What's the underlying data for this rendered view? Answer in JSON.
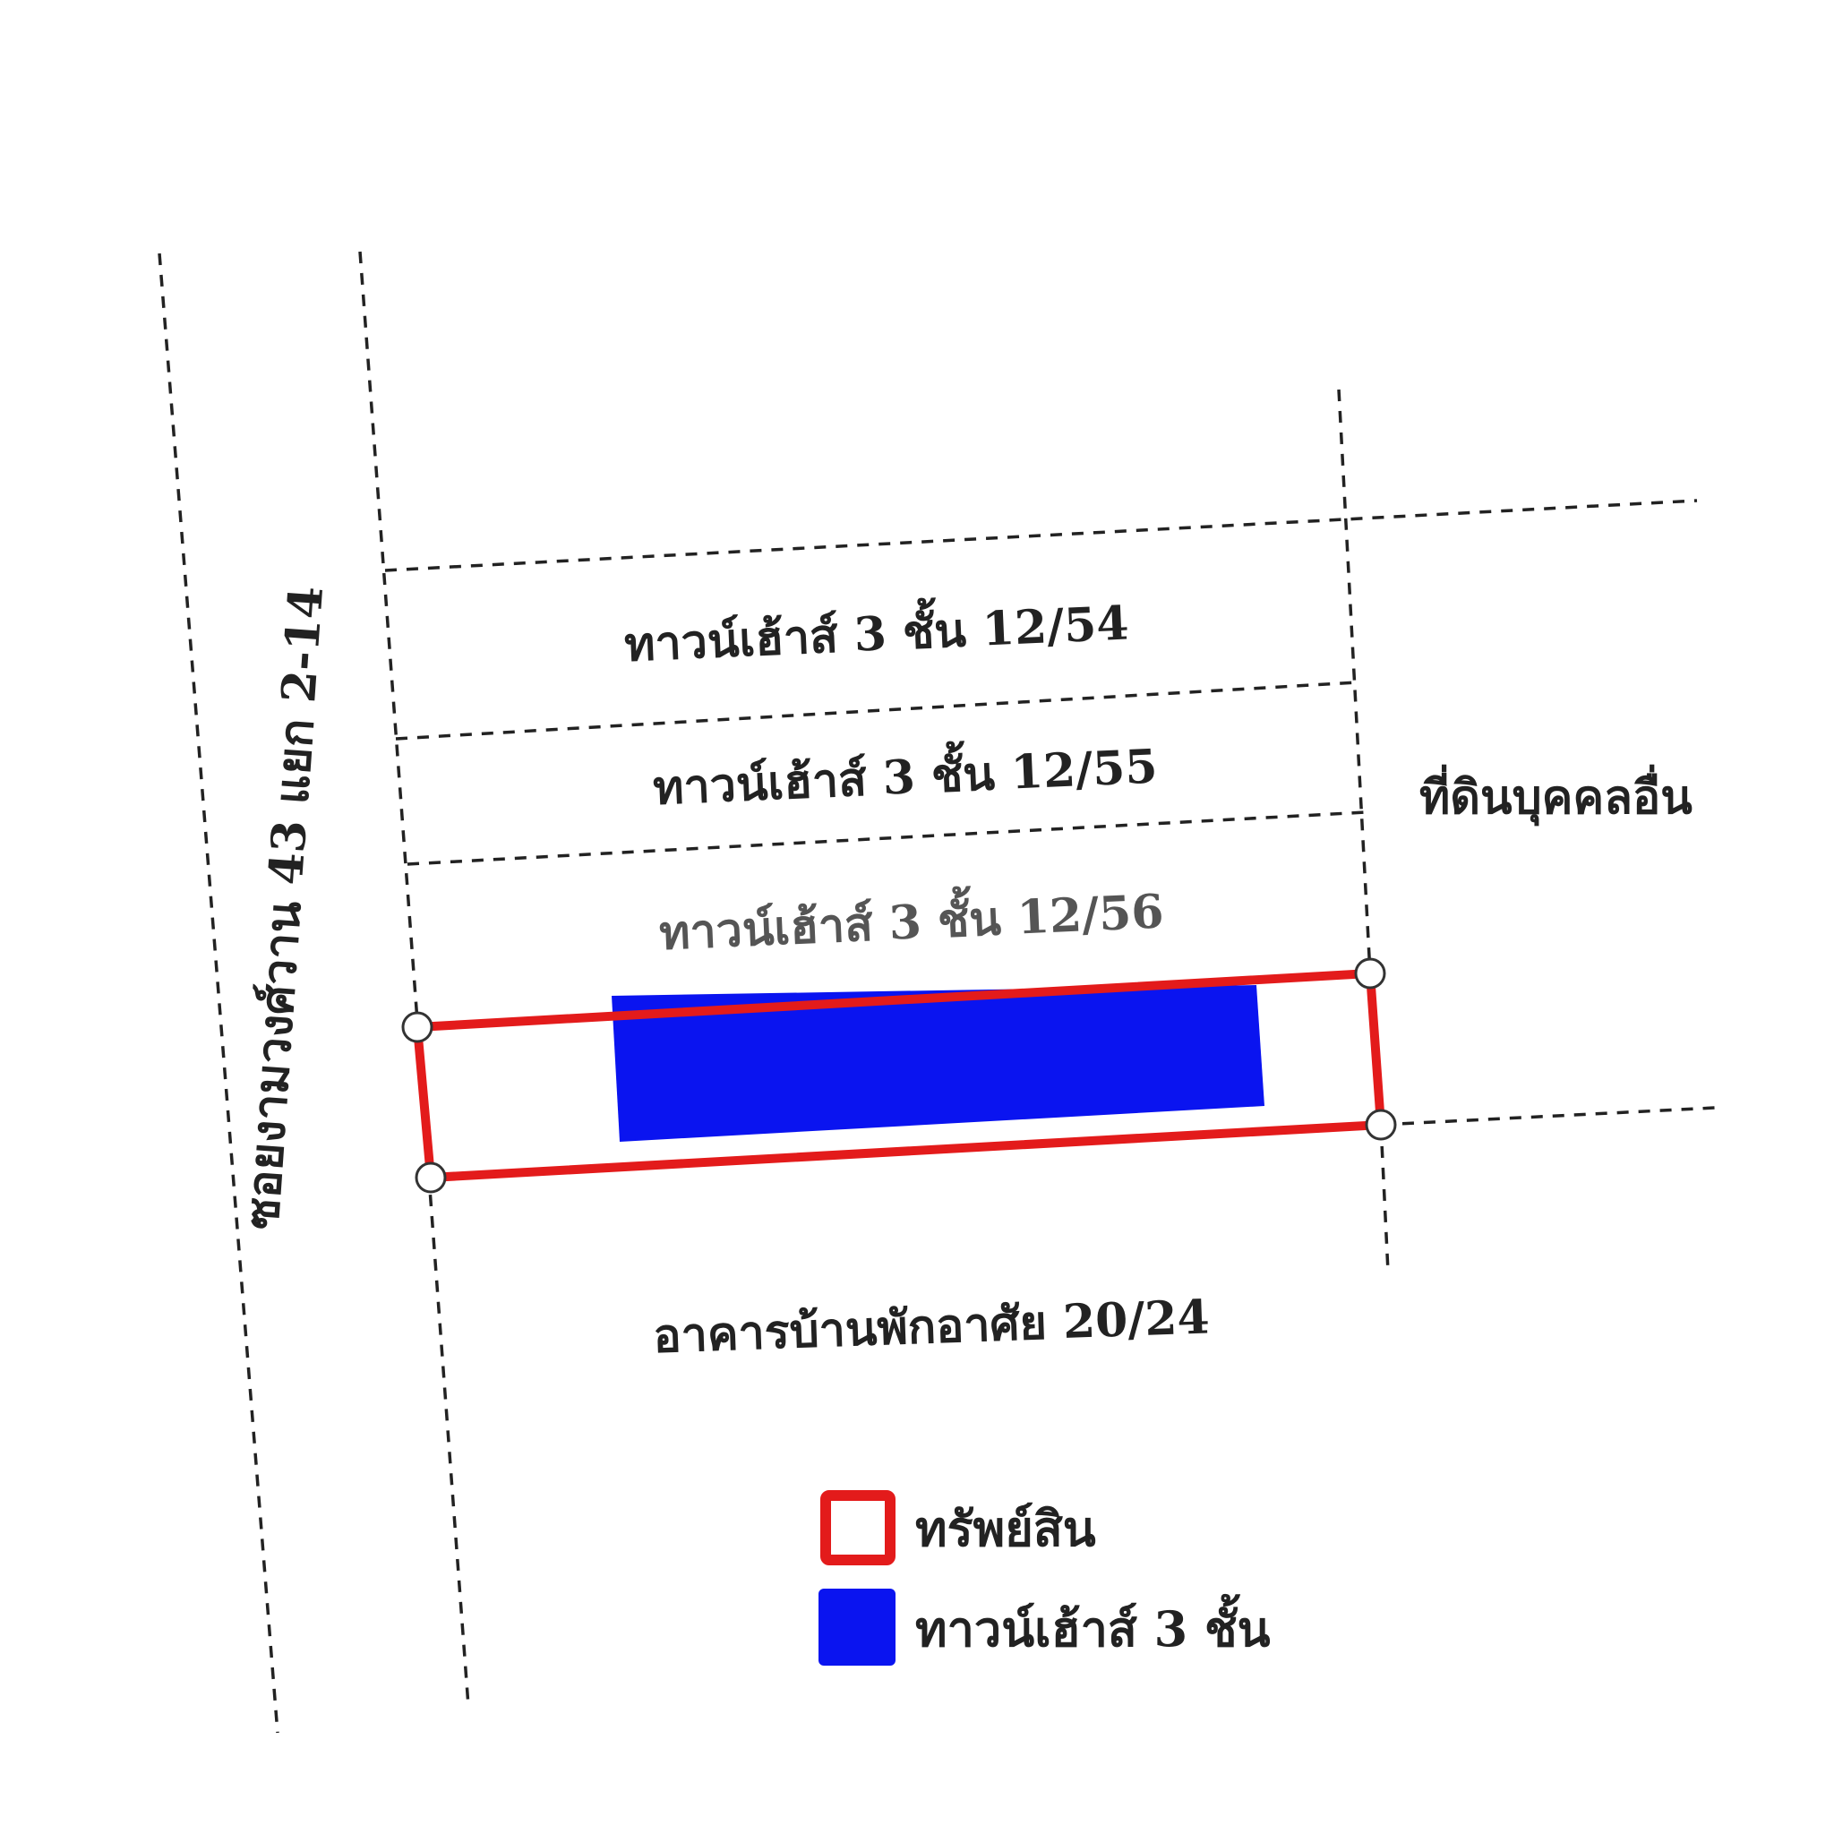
{
  "labels": {
    "road": "ซอยงามวงศ์วาน 43 แยก 2-14",
    "unit_54": "ทาวน์เฮ้าส์ 3 ชั้น 12/54",
    "unit_55": "ทาวน์เฮ้าส์ 3 ชั้น 12/55",
    "unit_56": "ทาวน์เฮ้าส์ 3 ชั้น 12/56",
    "other_land": "ที่ดินบุคคลอื่น",
    "house": "อาคารบ้านพักอาศัย 20/24"
  },
  "legend": {
    "items": [
      {
        "label": "ทรัพย์สิน",
        "color": "#e31b1b",
        "style": "outline"
      },
      {
        "label": "ทาวน์เฮ้าส์ 3 ชั้น",
        "color": "#0a14f0",
        "style": "fill"
      }
    ]
  },
  "colors": {
    "property_outline": "#e31b1b",
    "building_fill": "#0a14f0",
    "boundary_line": "#222222"
  }
}
